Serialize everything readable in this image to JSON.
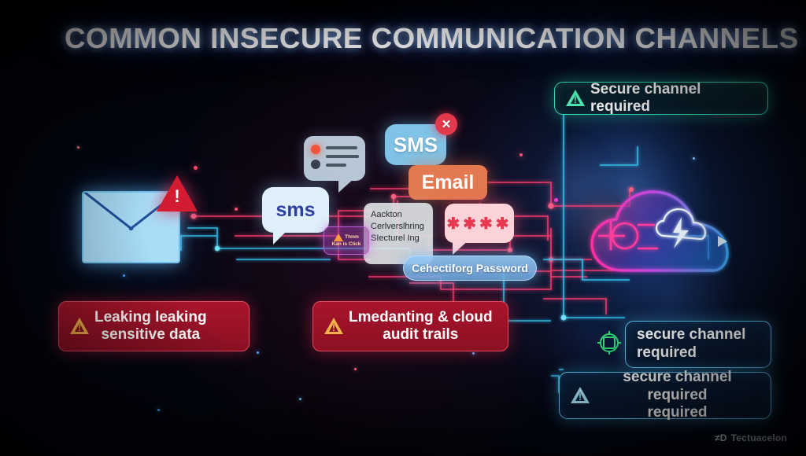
{
  "title": "COMMON INSECURE COMMUNICATION CHANNELS",
  "colors": {
    "background": "#000004",
    "title_glow": "#7fb4ff",
    "alert_red": "#a8142b",
    "alert_red_border": "#e04a5e",
    "warn_amber": "#f6b24a",
    "secure_teal": "#35e3b4",
    "secure_blue": "#5fc9f5",
    "email_orange": "#e2794f",
    "sms_blue": "#7fc3e6",
    "sms_light": "#dff0fa",
    "envelope_fill": "#a9dcf7",
    "trace_pink": "#ff3b6e",
    "trace_cyan": "#35c8f5",
    "node_green": "#2fe07a"
  },
  "icons": {
    "envelope": "envelope-icon",
    "envelope_alert": "warning-triangle-icon",
    "chat": "chat-bubble-icon",
    "sms_error": "close-x-icon",
    "cloud": "cloud-icon",
    "cloud_bolt": "cloud-lightning-icon",
    "node": "network-node-icon",
    "warning": "warning-triangle-icon"
  },
  "bubbles": {
    "sms_lower": {
      "label": "sms"
    },
    "sms_upper": {
      "label": "SMS",
      "badge": "✕"
    },
    "email": {
      "label": "Email"
    },
    "password": {
      "label": "✱✱✱✱",
      "masked_chars": 4
    },
    "chat": {
      "label": ""
    }
  },
  "note_card": {
    "lines": [
      "Aackton",
      "Cerlverslhring",
      "SIecturel Ing"
    ]
  },
  "mini_warn": {
    "line1": "Thnm",
    "line2": "Kan is Click"
  },
  "password_pill": {
    "label": "Cehectiforg Password"
  },
  "alerts": {
    "leak": {
      "line1": "Leaking leaking",
      "line2": "sensitive data"
    },
    "audit": {
      "line1": "Lmedanting & cloud",
      "line2": "audit trails"
    }
  },
  "secure": {
    "top": {
      "label": "Secure channel required"
    },
    "middle": {
      "line1": "secure channel",
      "line2": "required"
    },
    "bottom": {
      "line1": "secure channel required",
      "line2": "required"
    }
  },
  "watermark": {
    "mark": "≠D",
    "label": "Tectuacelon"
  }
}
